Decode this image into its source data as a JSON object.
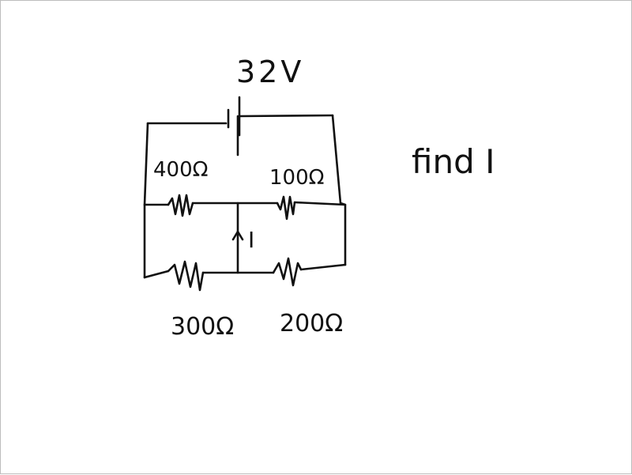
{
  "circuit": {
    "source_label": "32V",
    "current_label": "I",
    "resistors": {
      "top_left": "400Ω",
      "top_right": "100Ω",
      "bottom_left": "300Ω",
      "bottom_right": "200Ω"
    }
  },
  "prompt": {
    "text": "find I"
  }
}
